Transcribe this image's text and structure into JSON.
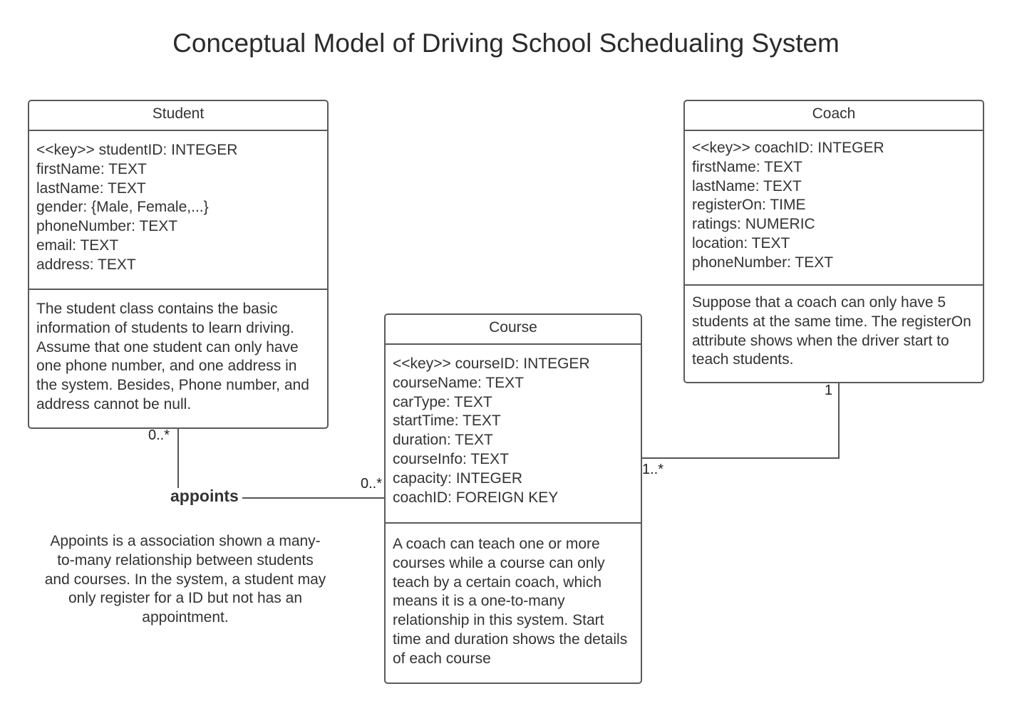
{
  "title": "Conceptual Model of Driving School Schedualing System",
  "classes": {
    "student": {
      "name": "Student",
      "attributes": [
        "<<key>> studentID: INTEGER",
        "firstName: TEXT",
        "lastName: TEXT",
        "gender: {Male, Female,...}",
        "phoneNumber: TEXT",
        "email: TEXT",
        "address: TEXT"
      ],
      "description": "The student class contains the basic information of students to learn driving. Assume that one student can only have one phone number, and one address in the system. Besides, Phone number, and address cannot be null."
    },
    "coach": {
      "name": "Coach",
      "attributes": [
        "<<key>> coachID: INTEGER",
        "firstName: TEXT",
        "lastName: TEXT",
        "registerOn: TIME",
        "ratings: NUMERIC",
        "location: TEXT",
        "phoneNumber: TEXT"
      ],
      "description": "Suppose that a coach can only have 5 students  at the same time. The registerOn attribute shows when the driver start to teach students."
    },
    "course": {
      "name": "Course",
      "attributes": [
        "<<key>> courseID: INTEGER",
        "courseName: TEXT",
        "carType: TEXT",
        "startTime: TEXT",
        "duration: TEXT",
        "courseInfo: TEXT",
        "capacity: INTEGER",
        "coachID: FOREIGN KEY"
      ],
      "description": "A coach can teach one or more courses while a course can only teach by a certain coach, which means it is a one-to-many relationship in this system. Start time and duration shows the details of each course"
    }
  },
  "associations": {
    "appoints": {
      "name": "appoints",
      "student_multiplicity": "0..*",
      "course_multiplicity": "0..*",
      "note": "Appoints is a association shown a many-to-many relationship between students and courses. In the system, a student may only register for a ID but not has an appointment."
    },
    "teaches": {
      "coach_multiplicity": "1",
      "course_multiplicity": "1..*"
    }
  }
}
